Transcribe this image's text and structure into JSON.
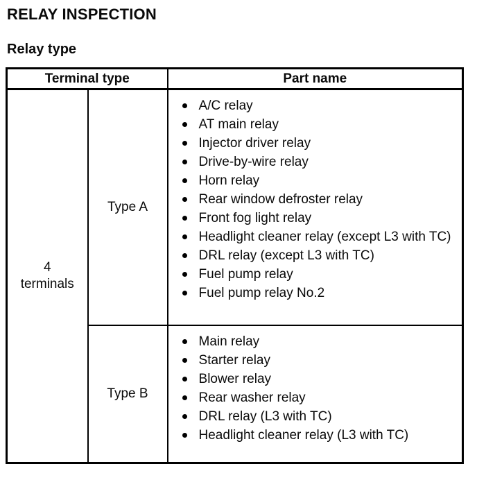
{
  "page": {
    "title": "RELAY INSPECTION",
    "subtitle": "Relay type"
  },
  "table": {
    "headers": {
      "terminal_type": "Terminal type",
      "part_name": "Part name"
    },
    "terminal_group": "4\nterminals",
    "rows": [
      {
        "type": "Type A",
        "parts": [
          "A/C relay",
          "AT main relay",
          "Injector driver relay",
          "Drive-by-wire relay",
          "Horn relay",
          "Rear window defroster relay",
          "Front fog light relay",
          "Headlight cleaner relay (except L3 with TC)",
          "DRL relay (except L3 with TC)",
          "Fuel pump relay",
          "Fuel pump relay No.2"
        ]
      },
      {
        "type": "Type B",
        "parts": [
          "Main relay",
          "Starter relay",
          "Blower relay",
          "Rear washer relay",
          "DRL relay (L3 with TC)",
          "Headlight cleaner relay (L3 with TC)"
        ]
      }
    ]
  }
}
